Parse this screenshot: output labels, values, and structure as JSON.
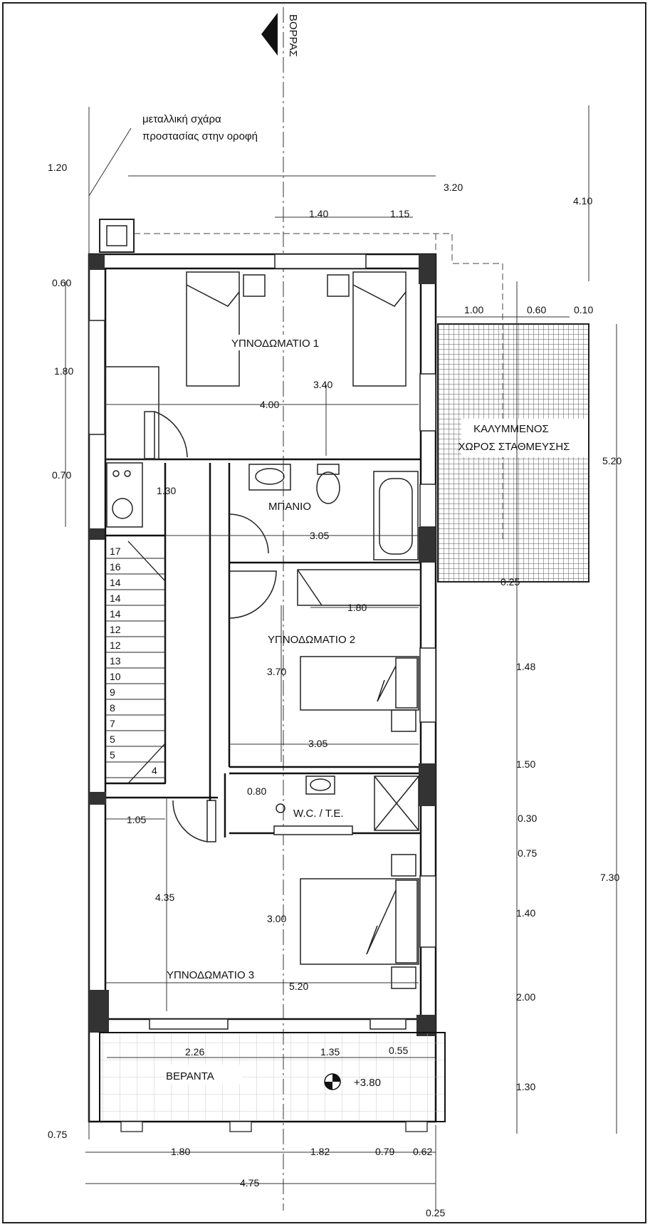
{
  "north_label": "ΒΟΡΡΑΣ",
  "notes": {
    "roof_grille_line1": "μεταλλική σχάρα",
    "roof_grille_line2": "προστασίας στην οροφή",
    "level": "+3.80"
  },
  "rooms": {
    "bedroom1": "ΥΠΝΟΔΩΜΑΤΙΟ 1",
    "bathroom": "ΜΠΑΝΙΟ",
    "bedroom2": "ΥΠΝΟΔΩΜΑΤΙΟ 2",
    "wc": "W.C. / T.E.",
    "bedroom3": "ΥΠΝΟΔΩΜΑΤΙΟ 3",
    "veranda": "ΒΕΡΑΝΤΑ",
    "parking_line1": "ΚΑΛΥΜΜΕΝΟΣ",
    "parking_line2": "ΧΩΡΟΣ ΣΤΑΘΜΕΥΣΗΣ"
  },
  "dims": {
    "d120": "1.20",
    "d320": "3.20",
    "d410": "4.10",
    "d140a": "1.40",
    "d115": "1.15",
    "d060a": "0.60",
    "d100": "1.00",
    "d060b": "0.60",
    "d010": "0.10",
    "d180a": "1.80",
    "d340": "3.40",
    "d400": "4.00",
    "d070": "0.70",
    "d130a": "1.30",
    "d520a": "5.20",
    "d305a": "3.05",
    "d025a": "0.25",
    "d180b": "1.80",
    "d148": "1.48",
    "d370": "3.70",
    "d305b": "3.05",
    "d150": "1.50",
    "d080": "0.80",
    "d105": "1.05",
    "d030": "0.30",
    "d075a": "0.75",
    "d730": "7.30",
    "d435": "4.35",
    "d140b": "1.40",
    "d300": "3.00",
    "d520b": "5.20",
    "d200": "2.00",
    "d226": "2.26",
    "d135": "1.35",
    "d055": "0.55",
    "d130b": "1.30",
    "d075b": "0.75",
    "d180c": "1.80",
    "d182": "1.82",
    "d079": "0.79",
    "d062": "0.62",
    "d475": "4.75",
    "d025b": "0.25"
  },
  "stairs": [
    "17",
    "16",
    "14",
    "14",
    "14",
    "12",
    "12",
    "13",
    "10",
    "9",
    "8",
    "7",
    "5",
    "5",
    "4"
  ]
}
